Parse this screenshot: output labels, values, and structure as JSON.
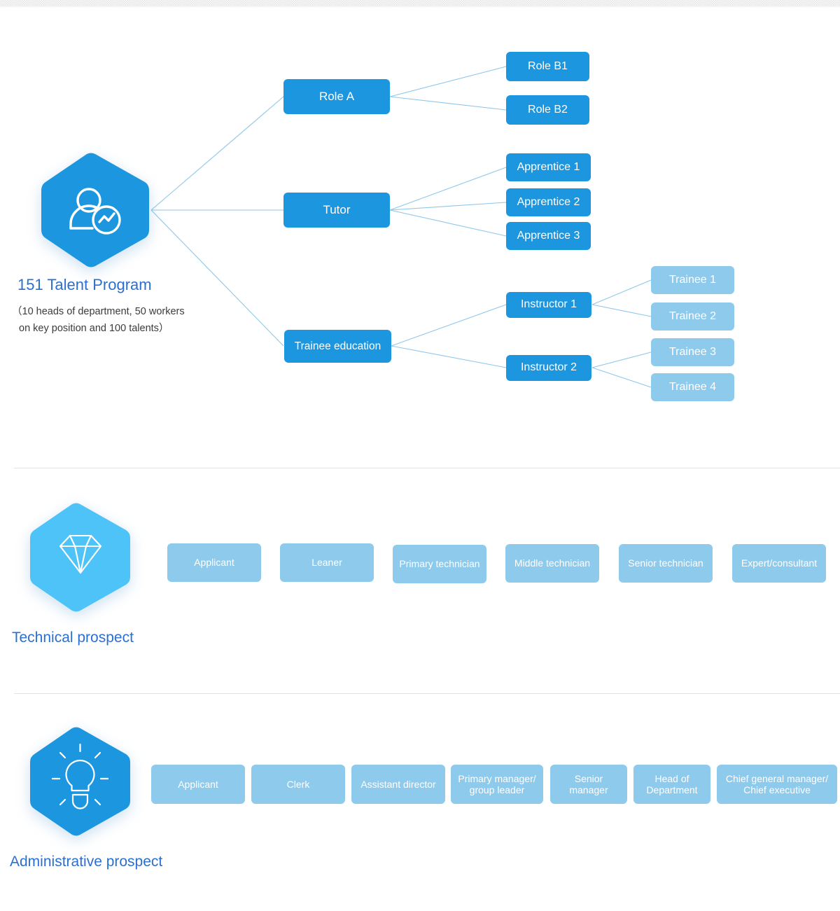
{
  "page": {
    "background": "#ffffff",
    "accent_dark": "#1d96e0",
    "accent_light": "#8ecaec",
    "title_color": "#2b6fd0",
    "link_color": "#8ec6ea"
  },
  "hero": {
    "icon": "person-analytics-icon",
    "title": "151 Talent Program",
    "subtitle_line1": "（10 heads of department, 50 workers",
    "subtitle_line2": "on key position and 100 talents）"
  },
  "tree": {
    "level1": [
      {
        "id": "role-a",
        "label": "Role A"
      },
      {
        "id": "tutor",
        "label": "Tutor"
      },
      {
        "id": "trainee-education",
        "label": "Trainee education"
      }
    ],
    "level2": [
      {
        "id": "role-b1",
        "label": "Role B1"
      },
      {
        "id": "role-b2",
        "label": "Role B2"
      },
      {
        "id": "apprentice-1",
        "label": "Apprentice 1"
      },
      {
        "id": "apprentice-2",
        "label": "Apprentice 2"
      },
      {
        "id": "apprentice-3",
        "label": "Apprentice 3"
      },
      {
        "id": "instructor-1",
        "label": "Instructor 1"
      },
      {
        "id": "instructor-2",
        "label": "Instructor 2"
      }
    ],
    "level3": [
      {
        "id": "trainee-1",
        "label": "Trainee 1"
      },
      {
        "id": "trainee-2",
        "label": "Trainee 2"
      },
      {
        "id": "trainee-3",
        "label": "Trainee 3"
      },
      {
        "id": "trainee-4",
        "label": "Trainee 4"
      }
    ]
  },
  "technical": {
    "icon": "diamond-icon",
    "title": "Technical prospect",
    "steps": [
      {
        "label": "Applicant"
      },
      {
        "label": "Leaner"
      },
      {
        "label": "Primary technician"
      },
      {
        "label": "Middle technician"
      },
      {
        "label": "Senior technician"
      },
      {
        "label": "Expert/consultant"
      }
    ]
  },
  "administrative": {
    "icon": "lightbulb-icon",
    "title": "Administrative prospect",
    "steps": [
      {
        "label": "Applicant"
      },
      {
        "label": "Clerk"
      },
      {
        "label": "Assistant director"
      },
      {
        "label": "Primary manager/\ngroup leader"
      },
      {
        "label": "Senior\nmanager"
      },
      {
        "label": "Head of\nDepartment"
      },
      {
        "label": "Chief general manager/\nChief executive"
      }
    ]
  }
}
